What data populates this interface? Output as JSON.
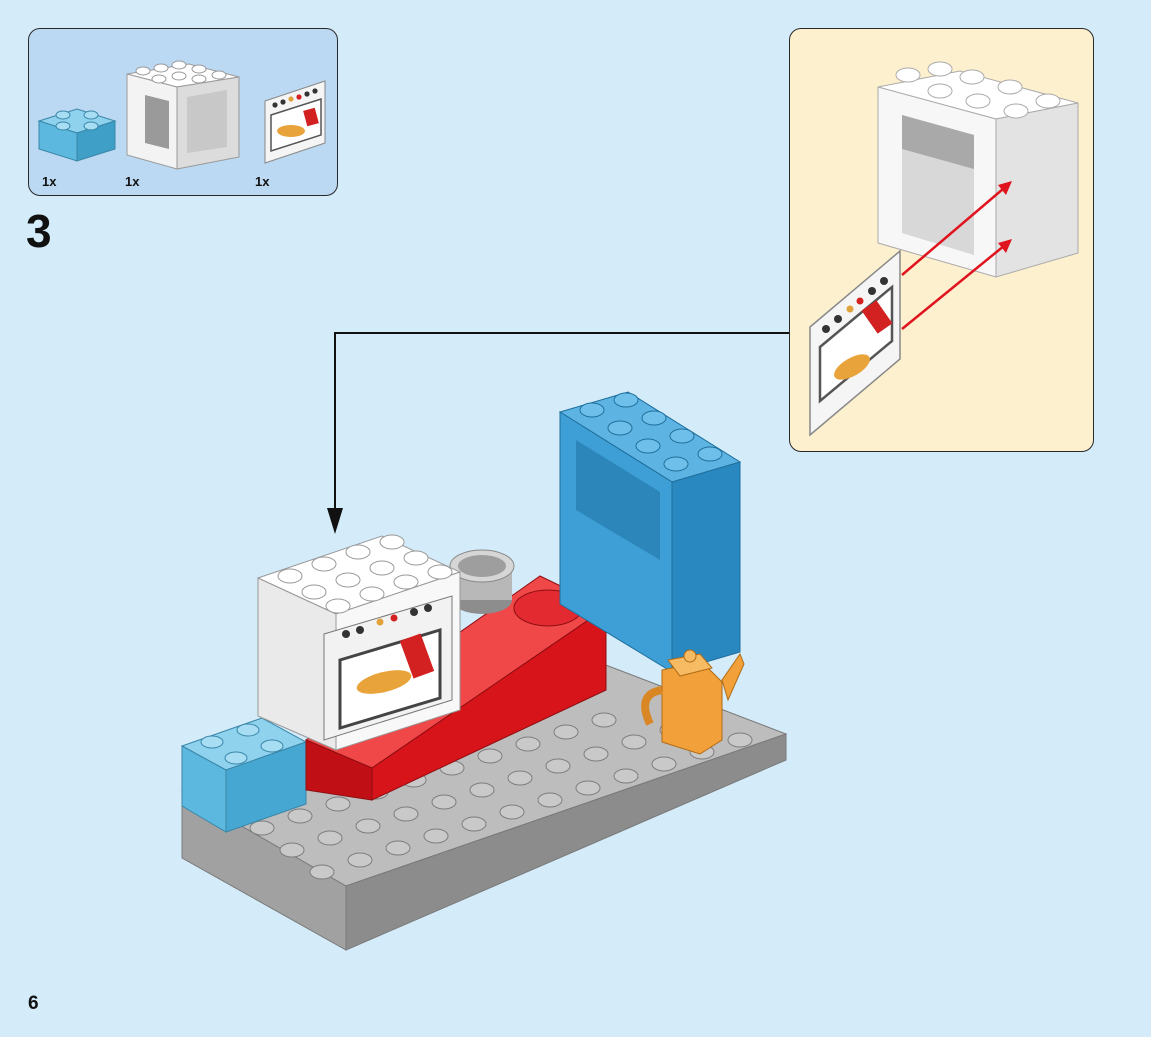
{
  "parts_list": {
    "items": [
      {
        "name": "azure-2x2-brick",
        "quantity": "1x"
      },
      {
        "name": "white-window-frame",
        "quantity": "1x"
      },
      {
        "name": "oven-door",
        "quantity": "1x"
      }
    ]
  },
  "step_number": "3",
  "page_number": "6",
  "colors": {
    "background": "#d4ebf9",
    "parts_panel": "#bcd9f3",
    "detail_panel": "#fdf0cf",
    "azure": "#5cb8de",
    "blue": "#3d9fd6",
    "red": "#d7141a",
    "gray": "#a4a4a4",
    "orange": "#f2a03a",
    "white": "#f6f6f6",
    "arrow": "#e0141e"
  },
  "icons": {
    "callout_arrow": "arrow-down",
    "attach_arrows": "red-arrow"
  }
}
